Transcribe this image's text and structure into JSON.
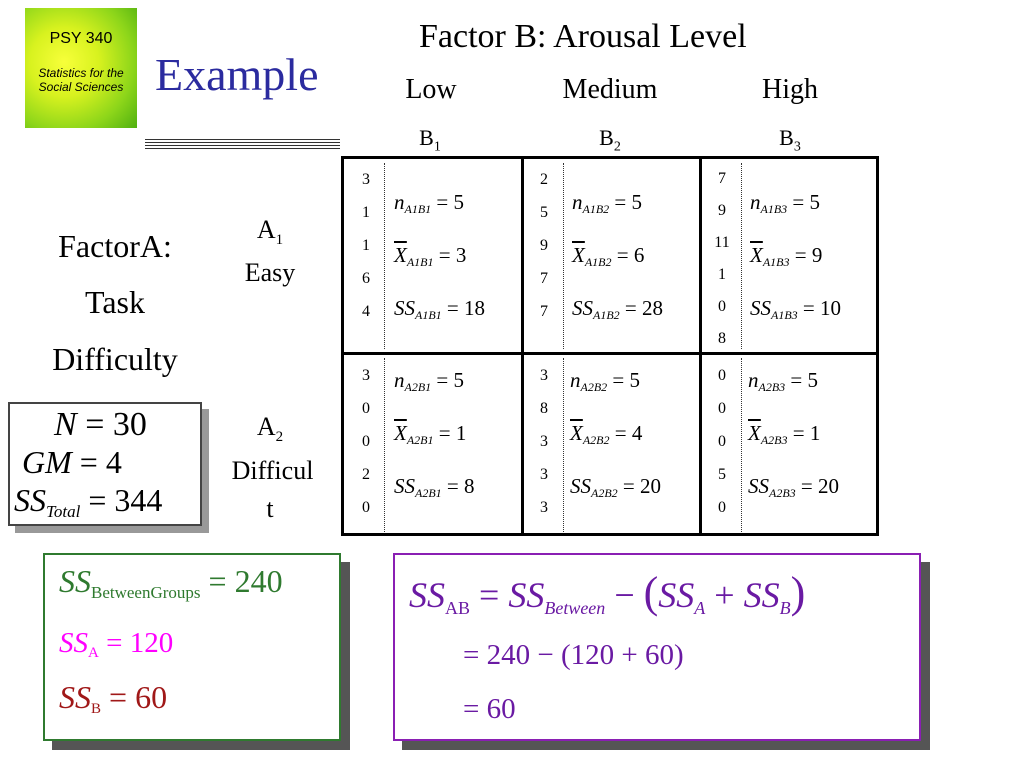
{
  "logo": {
    "course": "PSY 340",
    "subtitle_line1": "Statistics for the",
    "subtitle_line2": "Social Sciences"
  },
  "title": "Example",
  "factor_b": {
    "label": "Factor B: Arousal Level",
    "levels": [
      {
        "name": "Low",
        "sym": "B",
        "idx": "1"
      },
      {
        "name": "Medium",
        "sym": "B",
        "idx": "2"
      },
      {
        "name": "High",
        "sym": "B",
        "idx": "3"
      }
    ]
  },
  "factor_a": {
    "line1": "FactorA:",
    "line2": "Task",
    "line3": "Difficulty"
  },
  "rows": [
    {
      "sym": "A",
      "idx": "1",
      "name1": "Easy",
      "name2": ""
    },
    {
      "sym": "A",
      "idx": "2",
      "name1": "Difficul",
      "name2": "t"
    }
  ],
  "cells": [
    {
      "scores": [
        "3",
        "1",
        "1",
        "6",
        "4"
      ],
      "n_sub": "A1B1",
      "n": "5",
      "mean_sub": "A1B1",
      "mean": "3",
      "ss_sub": "A1B1",
      "ss": "18"
    },
    {
      "scores": [
        "2",
        "5",
        "9",
        "7",
        "7"
      ],
      "n_sub": "A1B2",
      "n": "5",
      "mean_sub": "A1B2",
      "mean": "6",
      "ss_sub": "A1B2",
      "ss": "28"
    },
    {
      "scores": [
        "7",
        "9",
        "11",
        "1",
        "0",
        "8"
      ],
      "n_sub": "A1B3",
      "n": "5",
      "mean_sub": "A1B3",
      "mean": "9",
      "ss_sub": "A1B3",
      "ss": "10"
    },
    {
      "scores": [
        "3",
        "0",
        "0",
        "2",
        "0"
      ],
      "n_sub": "A2B1",
      "n": "5",
      "mean_sub": "A2B1",
      "mean": "1",
      "ss_sub": "A2B1",
      "ss": "8"
    },
    {
      "scores": [
        "3",
        "8",
        "3",
        "3",
        "3"
      ],
      "n_sub": "A2B2",
      "n": "5",
      "mean_sub": "A2B2",
      "mean": "4",
      "ss_sub": "A2B2",
      "ss": "20"
    },
    {
      "scores": [
        "0",
        "0",
        "0",
        "5",
        "0"
      ],
      "n_sub": "A2B3",
      "n": "5",
      "mean_sub": "A2B3",
      "mean": "1",
      "ss_sub": "A2B3",
      "ss": "20"
    }
  ],
  "totals": {
    "n_label": "N",
    "n": "30",
    "gm_label": "GM",
    "gm": "4",
    "ss_label": "SS",
    "ss_sub": "Total",
    "ss": "344"
  },
  "groups": {
    "between_label": "SS",
    "between_sub": "BetweenGroups",
    "between": "240",
    "a_label": "SS",
    "a_sub": "A",
    "a": "120",
    "b_label": "SS",
    "b_sub": "B",
    "b": "60",
    "color_between": "#2f7a2f",
    "color_a": "#ff00ff",
    "color_b": "#a01818"
  },
  "formula": {
    "lhs": "SS",
    "lhs_sub": "AB",
    "ss1": "SS",
    "ss1_sub": "Between",
    "ss2": "SS",
    "ss2_sub": "A",
    "ss3": "SS",
    "ss3_sub": "B",
    "line2": "240 − (120 + 60)",
    "line3": "60",
    "color": "#6a1aa3"
  }
}
